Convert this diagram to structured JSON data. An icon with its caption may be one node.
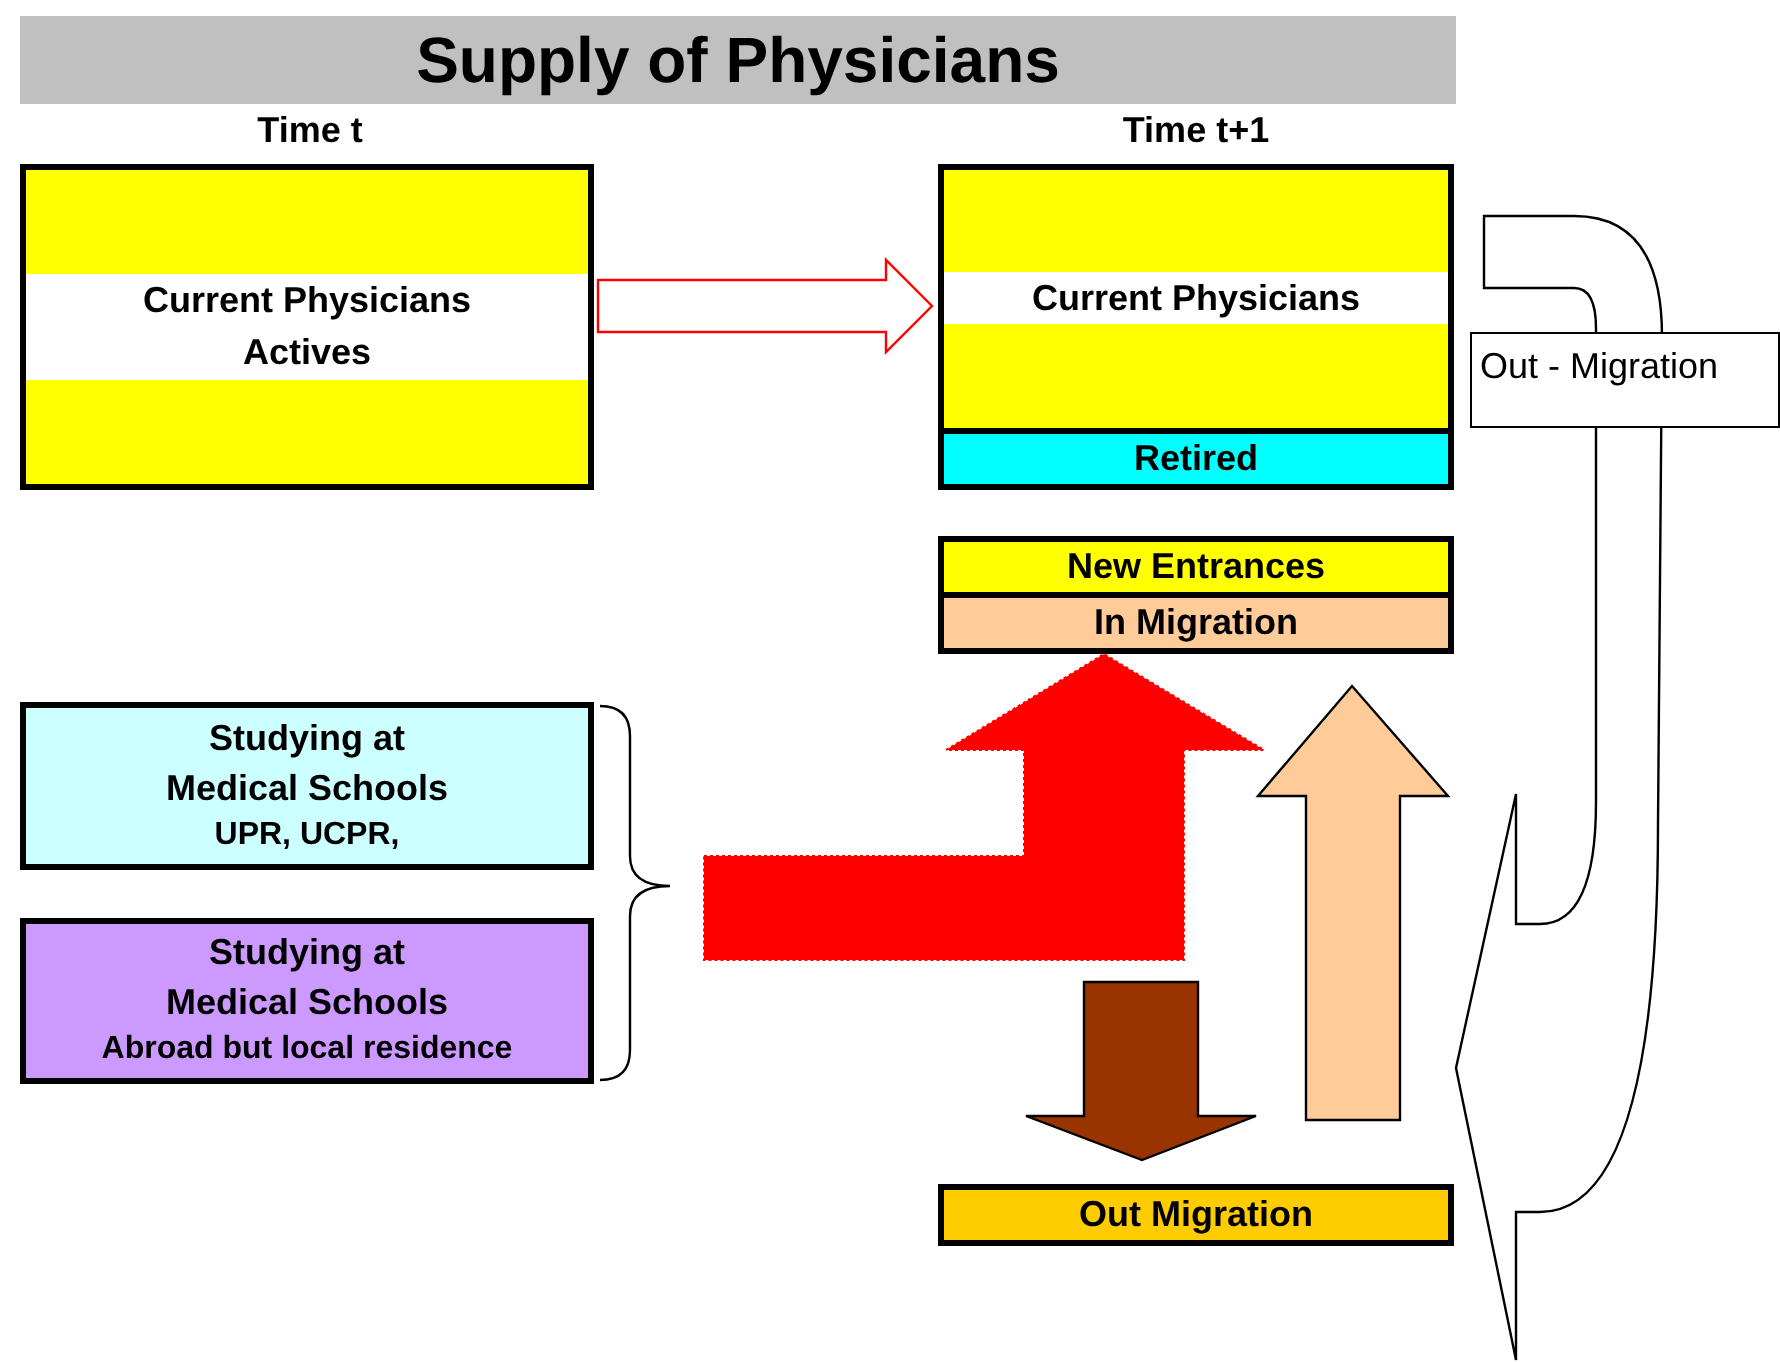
{
  "diagram": {
    "title": "Supply of Physicians",
    "nodes": [
      {
        "text": [
          "Current Physicians Actives"
        ]
      },
      {
        "text": [
          "Current Physicians"
        ]
      },
      {
        "text": [
          "Retired"
        ]
      },
      {
        "text": [
          "New Entrances"
        ]
      },
      {
        "text": [
          "In Migration"
        ]
      },
      {
        "text": [
          "Studying at Medical Schools",
          "UPR, UCPR,"
        ]
      },
      {
        "text": [
          "Studying at Medical Schools",
          "Abroad but local residence"
        ]
      },
      {
        "text": [
          "Out Migration"
        ]
      },
      {
        "text": [
          "Out - Migration"
        ]
      }
    ],
    "edges": [
      {
        "from": 0,
        "to": 1,
        "arrow": "to",
        "color": "#ff0000"
      },
      {
        "from": 5,
        "to": 4,
        "arrow": "to",
        "color": "#ff0000"
      },
      {
        "from": 6,
        "to": 4,
        "arrow": "to",
        "color": "#ff0000"
      },
      {
        "from": null,
        "to": 7,
        "arrow": "to",
        "color": "#993300"
      },
      {
        "from": null,
        "to": 4,
        "arrow": "to",
        "color": "#ffcc99"
      },
      {
        "from": 1,
        "to": null,
        "arrow": "to",
        "color": "#ffffff"
      }
    ],
    "labels": [
      "Time t",
      "Time t+1"
    ]
  }
}
